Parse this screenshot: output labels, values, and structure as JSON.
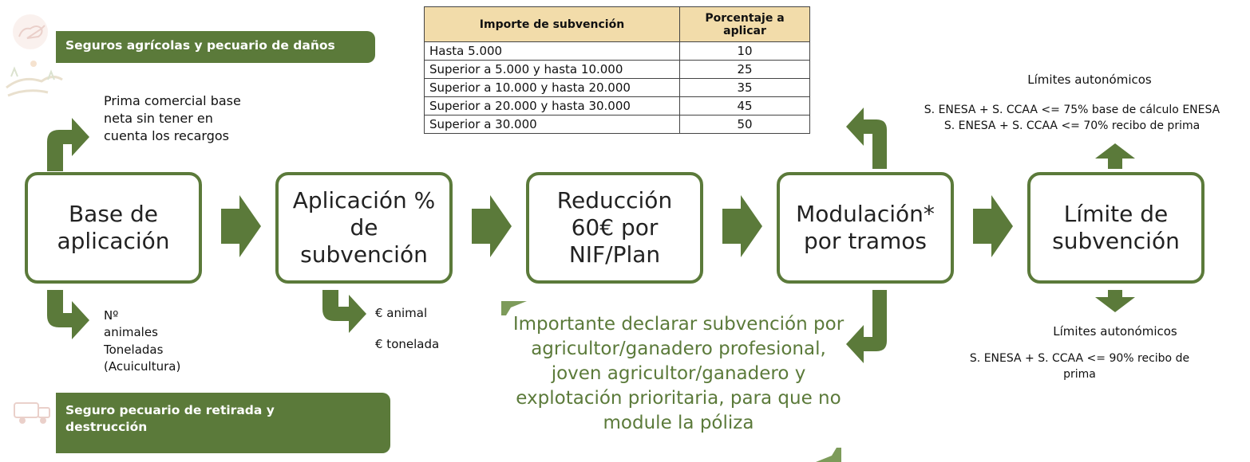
{
  "banners": {
    "top": "Seguros agrícolas y pecuario de daños",
    "bottom": "Seguro pecuario de retirada y destrucción"
  },
  "table": {
    "headers": [
      "Importe de subvención",
      "Porcentaje a aplicar"
    ],
    "rows": [
      [
        "Hasta 5.000",
        "10"
      ],
      [
        "Superior a 5.000 y hasta 10.000",
        "25"
      ],
      [
        "Superior a 10.000 y hasta 20.000",
        "35"
      ],
      [
        "Superior a 20.000 y hasta 30.000",
        "45"
      ],
      [
        "Superior a 30.000",
        "50"
      ]
    ]
  },
  "steps": [
    "Base de aplicación",
    "Aplicación % de subvención",
    "Reducción 60€ por NIF/Plan",
    "Modulación* por tramos",
    "Límite de subvención"
  ],
  "notes": {
    "base_up": "Prima comercial base neta sin tener en cuenta los recargos",
    "base_down_1": "Nº animales",
    "base_down_2": "Toneladas (Acuicultura)",
    "aplic_1": "€ animal",
    "aplic_2": "€ tonelada",
    "important": "Importante declarar subvención por agricultor/ganadero profesional, joven agricultor/ganadero y explotación prioritaria, para que no module la póliza"
  },
  "limits": {
    "top_title": "Límites autonómicos",
    "top_line1": "S. ENESA + S. CCAA <= 75% base de cálculo ENESA",
    "top_line2": "S. ENESA + S. CCAA <= 70% recibo de prima",
    "bottom_title": "Límites autonómicos",
    "bottom_line": "S. ENESA + S. CCAA <= 90% recibo de prima"
  },
  "colors": {
    "accent": "#5b7a3a",
    "table_header": "#f2dcaa"
  }
}
